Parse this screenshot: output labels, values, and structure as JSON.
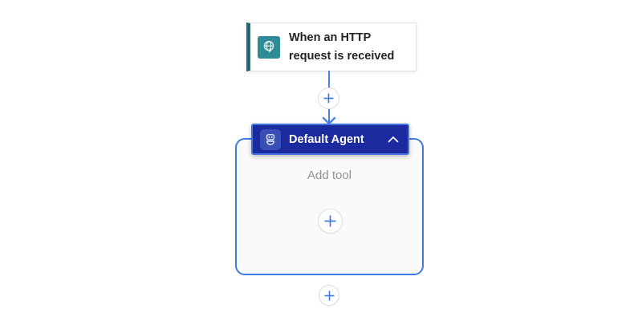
{
  "flow": {
    "trigger": {
      "title": "When an HTTP request is received",
      "icon": "http-request-globe-icon"
    },
    "connector": {
      "insert_step_button_icon": "plus-icon"
    },
    "agent": {
      "title": "Default Agent",
      "icon": "agent-robot-icon",
      "collapse_button_icon": "chevron-up-icon",
      "add_tool_placeholder": "Add tool",
      "add_tool_button_icon": "plus-icon"
    },
    "bottom_insert_button_icon": "plus-icon"
  },
  "colors": {
    "trigger_accent_stripe": "#206b76",
    "trigger_icon_bg": "#2e8c96",
    "agent_header_bg": "#1b2a9e",
    "agent_header_border": "#4472e2",
    "agent_container_border": "#3b7ae0",
    "agent_container_bg": "#fafafa",
    "connector_blue": "#4a83e8",
    "plus_blue": "#3b78e0",
    "placeholder_text": "#8f9499",
    "trigger_text": "#242424"
  }
}
